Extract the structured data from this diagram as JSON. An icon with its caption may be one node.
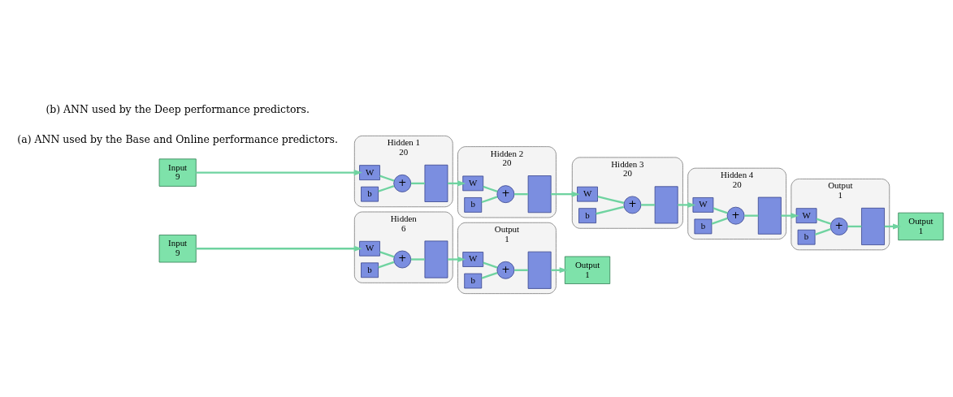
{
  "diagram": {
    "nodes": [
      {
        "text": [
          "Input",
          "9"
        ]
      },
      {
        "text": [
          "Hidden",
          "6"
        ]
      },
      {
        "text": [
          "W"
        ],
        "in": 1
      },
      {
        "text": [
          "b"
        ],
        "in": 1
      },
      {
        "text": [
          "+"
        ],
        "in": 1
      },
      {
        "text": [],
        "shape": "box",
        "in": 1
      },
      {
        "text": [
          "Output",
          "1"
        ]
      },
      {
        "text": [
          "W"
        ],
        "in": 6
      },
      {
        "text": [
          "b"
        ],
        "in": 6
      },
      {
        "text": [
          "+"
        ],
        "in": 6
      },
      {
        "text": [],
        "shape": "box",
        "in": 6
      },
      {
        "text": [
          "Output",
          "1"
        ]
      },
      {
        "text": [
          "Input",
          "9"
        ]
      },
      {
        "text": [
          "Hidden 1",
          "20"
        ]
      },
      {
        "text": [
          "W"
        ],
        "in": 13
      },
      {
        "text": [
          "b"
        ],
        "in": 13
      },
      {
        "text": [
          "+"
        ],
        "in": 13
      },
      {
        "text": [],
        "shape": "box",
        "in": 13
      },
      {
        "text": [
          "Hidden 2",
          "20"
        ]
      },
      {
        "text": [
          "W"
        ],
        "in": 18
      },
      {
        "text": [
          "b"
        ],
        "in": 18
      },
      {
        "text": [
          "+"
        ],
        "in": 18
      },
      {
        "text": [],
        "shape": "box",
        "in": 18
      },
      {
        "text": [
          "Hidden 3",
          "20"
        ]
      },
      {
        "text": [
          "W"
        ],
        "in": 23
      },
      {
        "text": [
          "b"
        ],
        "in": 23
      },
      {
        "text": [
          "+"
        ],
        "in": 23
      },
      {
        "text": [],
        "shape": "box",
        "in": 23
      },
      {
        "text": [
          "Hidden 4",
          "20"
        ]
      },
      {
        "text": [
          "W"
        ],
        "in": 28
      },
      {
        "text": [
          "b"
        ],
        "in": 28
      },
      {
        "text": [
          "+"
        ],
        "in": 28
      },
      {
        "text": [],
        "shape": "box",
        "in": 28
      },
      {
        "text": [
          "Output",
          "1"
        ]
      },
      {
        "text": [
          "W"
        ],
        "in": 33
      },
      {
        "text": [
          "b"
        ],
        "in": 33
      },
      {
        "text": [
          "+"
        ],
        "in": 33
      },
      {
        "text": [],
        "shape": "box",
        "in": 33
      },
      {
        "text": [
          "Output",
          "1"
        ]
      }
    ],
    "edges": [
      {
        "from": 0,
        "to": 2,
        "arrow": "to"
      },
      {
        "from": 2,
        "to": 4,
        "arrow": "none"
      },
      {
        "from": 3,
        "to": 4,
        "arrow": "none"
      },
      {
        "from": 4,
        "to": 5,
        "arrow": "none"
      },
      {
        "from": 5,
        "to": 7,
        "arrow": "to"
      },
      {
        "from": 7,
        "to": 9,
        "arrow": "none"
      },
      {
        "from": 8,
        "to": 9,
        "arrow": "none"
      },
      {
        "from": 9,
        "to": 10,
        "arrow": "none"
      },
      {
        "from": 10,
        "to": 11,
        "arrow": "to"
      },
      {
        "from": 12,
        "to": 14,
        "arrow": "to"
      },
      {
        "from": 14,
        "to": 16,
        "arrow": "none"
      },
      {
        "from": 15,
        "to": 16,
        "arrow": "none"
      },
      {
        "from": 16,
        "to": 17,
        "arrow": "none"
      },
      {
        "from": 17,
        "to": 19,
        "arrow": "to"
      },
      {
        "from": 19,
        "to": 21,
        "arrow": "none"
      },
      {
        "from": 20,
        "to": 21,
        "arrow": "none"
      },
      {
        "from": 21,
        "to": 22,
        "arrow": "none"
      },
      {
        "from": 22,
        "to": 24,
        "arrow": "to"
      },
      {
        "from": 24,
        "to": 26,
        "arrow": "none"
      },
      {
        "from": 25,
        "to": 26,
        "arrow": "none"
      },
      {
        "from": 26,
        "to": 27,
        "arrow": "none"
      },
      {
        "from": 27,
        "to": 29,
        "arrow": "to"
      },
      {
        "from": 29,
        "to": 31,
        "arrow": "none"
      },
      {
        "from": 30,
        "to": 31,
        "arrow": "none"
      },
      {
        "from": 31,
        "to": 32,
        "arrow": "none"
      },
      {
        "from": 32,
        "to": 34,
        "arrow": "to"
      },
      {
        "from": 34,
        "to": 36,
        "arrow": "none"
      },
      {
        "from": 35,
        "to": 36,
        "arrow": "none"
      },
      {
        "from": 36,
        "to": 37,
        "arrow": "none"
      },
      {
        "from": 37,
        "to": 38,
        "arrow": "to"
      }
    ],
    "labels": [
      "(a) ANN used by the Base and Online performance predictors.",
      "(b) ANN used by the Deep performance predictors."
    ]
  }
}
